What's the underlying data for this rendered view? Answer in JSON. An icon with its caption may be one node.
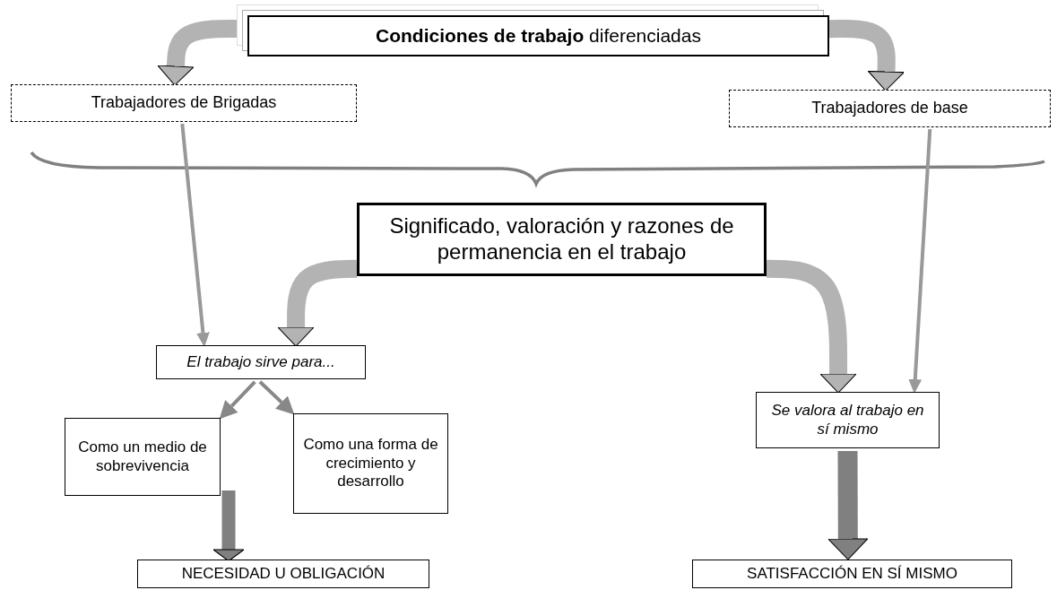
{
  "diagram": {
    "nodes": [
      {
        "text": [
          "**Condiciones de trabajo** diferenciadas"
        ]
      },
      {
        "text": [
          "Trabajadores de Brigadas"
        ]
      },
      {
        "text": [
          "Trabajadores de base"
        ]
      },
      {
        "text": [
          "Significado, valoración y razones de permanencia en el trabajo"
        ]
      },
      {
        "text": [
          "El trabajo sirve para..."
        ]
      },
      {
        "text": [
          "Como un medio de sobrevivencia"
        ]
      },
      {
        "text": [
          "Como una forma de crecimiento y desarrollo"
        ]
      },
      {
        "text": [
          "Se valora al trabajo en sí mismo"
        ]
      },
      {
        "text": [
          "NECESIDAD U OBLIGACIÓN"
        ]
      },
      {
        "text": [
          "SATISFACCIÓN EN SÍ MISMO"
        ]
      }
    ],
    "edges": [
      {
        "from": 0,
        "to": 1,
        "arrow": "to",
        "color": "#b3b3b3"
      },
      {
        "from": 0,
        "to": 2,
        "arrow": "to",
        "color": "#b3b3b3"
      },
      {
        "from": 1,
        "to": 4,
        "arrow": "to",
        "color": "#999999"
      },
      {
        "from": 2,
        "to": 7,
        "arrow": "to",
        "color": "#999999"
      },
      {
        "from": 3,
        "to": 4,
        "arrow": "to",
        "color": "#b3b3b3"
      },
      {
        "from": 3,
        "to": 7,
        "arrow": "to",
        "color": "#b3b3b3"
      },
      {
        "from": 4,
        "to": 5,
        "arrow": "to",
        "color": "#888888"
      },
      {
        "from": 4,
        "to": 6,
        "arrow": "to",
        "color": "#888888"
      },
      {
        "from": 5,
        "to": 8,
        "arrow": "to",
        "color": "#808080"
      },
      {
        "from": 7,
        "to": 9,
        "arrow": "to",
        "color": "#808080"
      }
    ]
  }
}
